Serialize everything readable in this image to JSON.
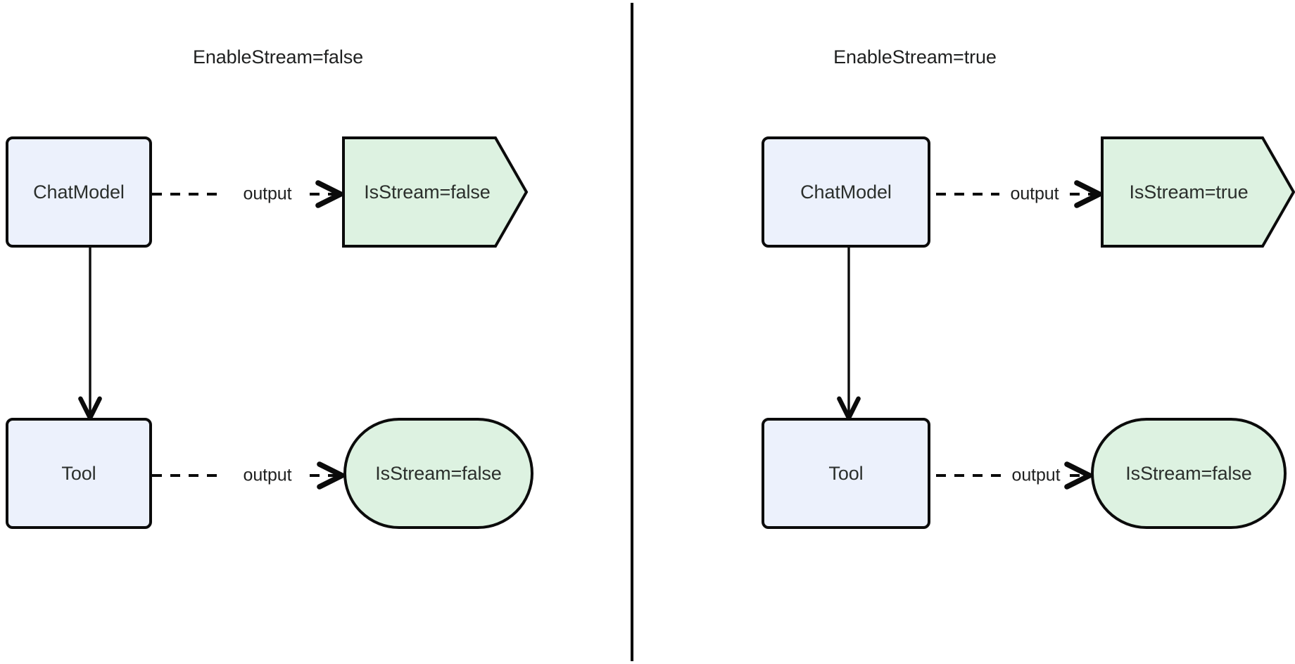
{
  "diagram": {
    "type": "flowchart",
    "background": "#ffffff",
    "colors": {
      "process_fill": "#ECF1FC",
      "result_fill": "#DDF2E1",
      "stroke": "#0b0b0b",
      "text": "#2b2f2c",
      "divider": "#000000"
    },
    "divider_label": "vertical-separator"
  },
  "panels": [
    {
      "id": "left",
      "title": "EnableStream=false",
      "nodes": [
        {
          "id": "left-chatmodel",
          "label": "ChatModel",
          "shape": "process"
        },
        {
          "id": "left-chatmodel-result",
          "label": "IsStream=false",
          "shape": "pennant"
        },
        {
          "id": "left-tool",
          "label": "Tool",
          "shape": "process"
        },
        {
          "id": "left-tool-result",
          "label": "IsStream=false",
          "shape": "stadium"
        }
      ],
      "edges": [
        {
          "id": "left-chatmodel-to-result",
          "label": "output",
          "style": "dashed",
          "from": "left-chatmodel",
          "to": "left-chatmodel-result"
        },
        {
          "id": "left-chatmodel-to-tool",
          "label": "",
          "style": "solid",
          "from": "left-chatmodel",
          "to": "left-tool"
        },
        {
          "id": "left-tool-to-result",
          "label": "output",
          "style": "dashed",
          "from": "left-tool",
          "to": "left-tool-result"
        }
      ]
    },
    {
      "id": "right",
      "title": "EnableStream=true",
      "nodes": [
        {
          "id": "right-chatmodel",
          "label": "ChatModel",
          "shape": "process"
        },
        {
          "id": "right-chatmodel-result",
          "label": "IsStream=true",
          "shape": "pennant"
        },
        {
          "id": "right-tool",
          "label": "Tool",
          "shape": "process"
        },
        {
          "id": "right-tool-result",
          "label": "IsStream=false",
          "shape": "stadium"
        }
      ],
      "edges": [
        {
          "id": "right-chatmodel-to-result",
          "label": "output",
          "style": "dashed",
          "from": "right-chatmodel",
          "to": "right-chatmodel-result"
        },
        {
          "id": "right-chatmodel-to-tool",
          "label": "",
          "style": "solid",
          "from": "right-chatmodel",
          "to": "right-tool"
        },
        {
          "id": "right-tool-to-result",
          "label": "output",
          "style": "dashed",
          "from": "right-tool",
          "to": "right-tool-result"
        }
      ]
    }
  ]
}
